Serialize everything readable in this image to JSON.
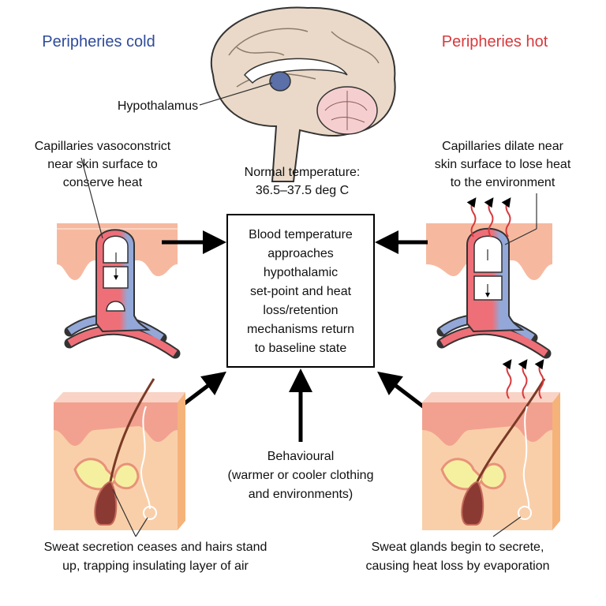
{
  "titles": {
    "left": "Peripheries cold",
    "right": "Peripheries hot"
  },
  "colors": {
    "cold": "#2f4b9b",
    "hot": "#d8393c",
    "skin": "#f6b9a0",
    "vein": "#93a8d8",
    "artery": "#ee6f78"
  },
  "brain": {
    "label": "Hypothalamus"
  },
  "normal_temperature": [
    "Normal temperature:",
    "36.5–37.5 deg C"
  ],
  "left_capillaries": [
    "Capillaries vasoconstrict",
    "near skin surface to",
    "conserve heat"
  ],
  "right_capillaries": [
    "Capillaries dilate near",
    "skin surface to lose heat",
    "to the environment"
  ],
  "center_box": [
    "Blood temperature",
    "approaches",
    "hypothalamic",
    "set-point and heat",
    "loss/retention",
    "mechanisms return",
    "to baseline state"
  ],
  "behavioural": [
    "Behavioural",
    "(warmer or cooler clothing",
    "and environments)"
  ],
  "left_sweat": [
    "Sweat secretion ceases and hairs stand",
    "up, trapping insulating layer of air"
  ],
  "right_sweat": [
    "Sweat glands begin to secrete,",
    "causing heat loss by evaporation"
  ]
}
